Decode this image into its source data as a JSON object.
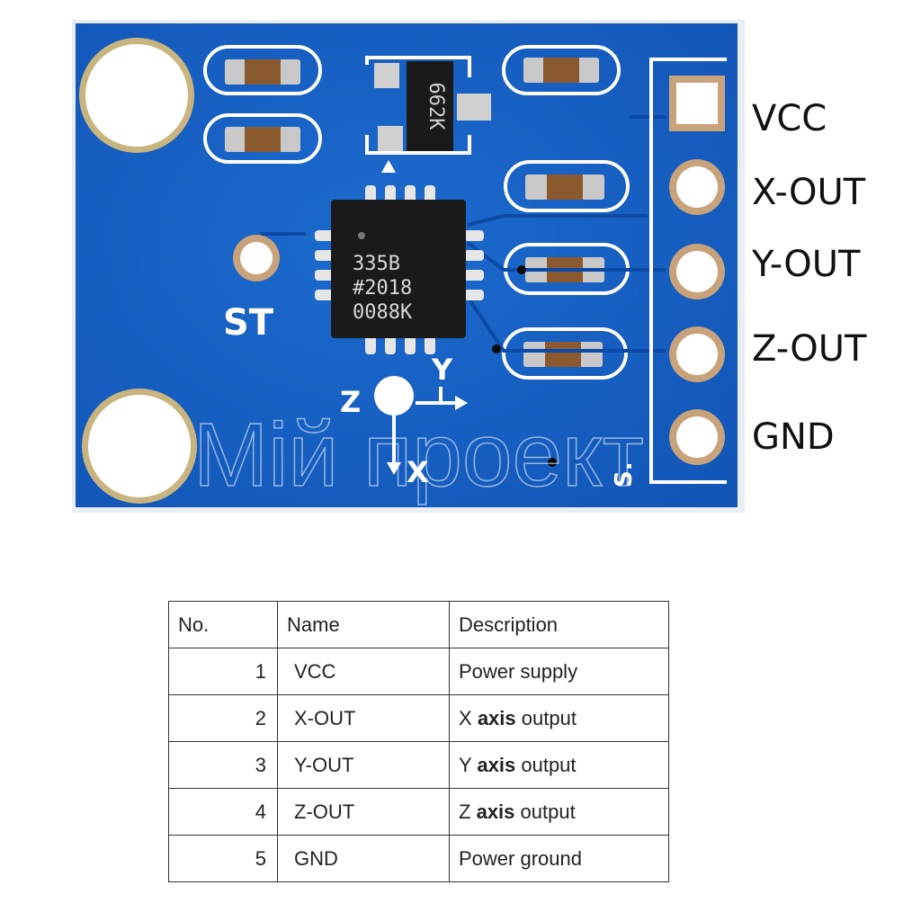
{
  "board": {
    "chip_markings": [
      "335B",
      "#2018",
      "0088K"
    ],
    "regulator_marking": "662K",
    "silkscreen_st": "ST",
    "silkscreen_s": "S.",
    "axis_labels": {
      "z": "Z",
      "y": "Y",
      "x": "X"
    },
    "watermark": "Мій проект",
    "colors": {
      "pcb": "#1560c4",
      "pcb_dark": "#0e4fb0",
      "silk": "#ffffff",
      "chip": "#1a1a1a"
    }
  },
  "pin_labels": [
    "VCC",
    "X-OUT",
    "Y-OUT",
    "Z-OUT",
    "GND"
  ],
  "table": {
    "headers": {
      "no": "No.",
      "name": "Name",
      "description": "Description"
    },
    "rows": [
      {
        "no": "1",
        "name": "VCC",
        "desc_a": "Power supply",
        "desc_b": "",
        "desc_c": ""
      },
      {
        "no": "2",
        "name": "X-OUT",
        "desc_a": "X",
        "desc_b": "axis",
        "desc_c": "output"
      },
      {
        "no": "3",
        "name": "Y-OUT",
        "desc_a": "Y",
        "desc_b": "axis",
        "desc_c": "output"
      },
      {
        "no": "4",
        "name": "Z-OUT",
        "desc_a": "Z",
        "desc_b": "axis",
        "desc_c": "output"
      },
      {
        "no": "5",
        "name": "GND",
        "desc_a": "Power ground",
        "desc_b": "",
        "desc_c": ""
      }
    ]
  }
}
